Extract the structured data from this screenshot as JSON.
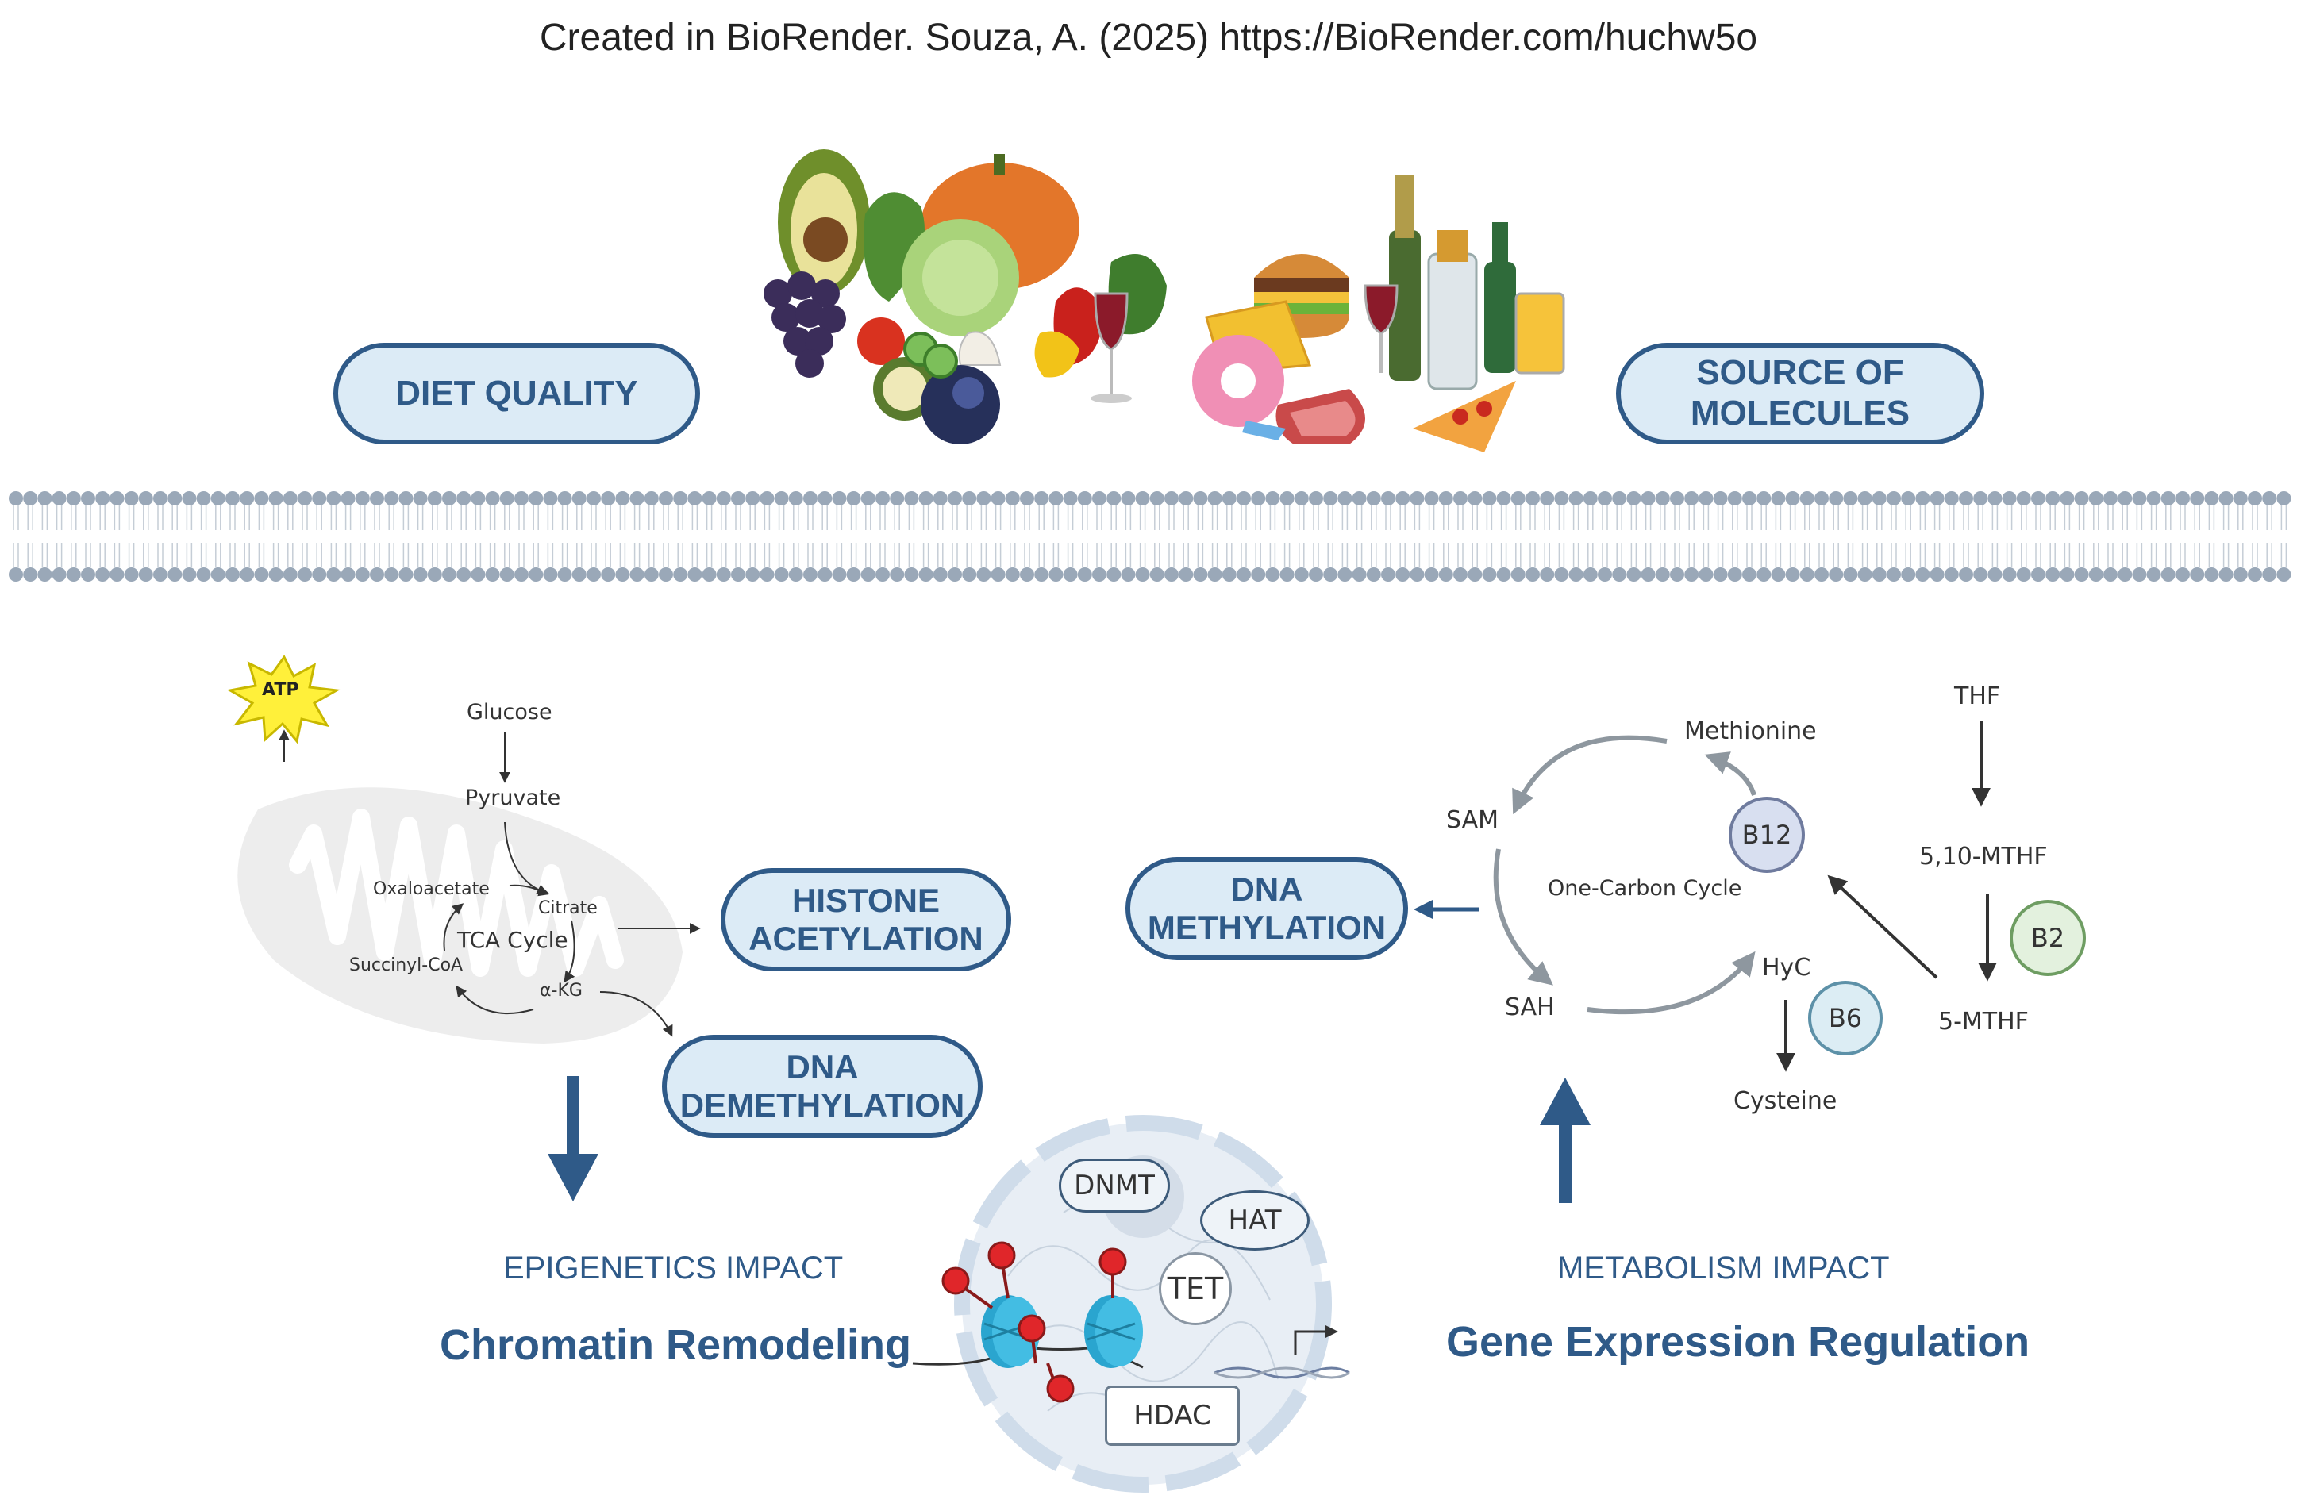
{
  "credit": "Created in BioRender. Souza, A. (2025) https://BioRender.com/huchw5o",
  "pills": {
    "diet_quality": "DIET QUALITY",
    "source_line1": "SOURCE OF",
    "source_line2": "MOLECULES",
    "histone_line1": "HISTONE",
    "histone_line2": "ACETYLATION",
    "dna_meth_line1": "DNA",
    "dna_meth_line2": "METHYLATION",
    "dna_demeth_line1": "DNA",
    "dna_demeth_line2": "DEMETHYLATION"
  },
  "tca": {
    "atp": "ATP",
    "glucose": "Glucose",
    "pyruvate": "Pyruvate",
    "oxaloacetate": "Oxaloacetate",
    "citrate": "Citrate",
    "tca_cycle": "TCA Cycle",
    "succinyl_coa": "Succinyl-CoA",
    "akg": "α-KG"
  },
  "one_carbon": {
    "methionine": "Methionine",
    "sam": "SAM",
    "sah": "SAH",
    "hyc": "HyC",
    "cycle_label": "One-Carbon Cycle",
    "cysteine": "Cysteine",
    "thf": "THF",
    "mthf_5_10": "5,10-MTHF",
    "mthf_5": "5-MTHF",
    "vitamins": {
      "b12": "B12",
      "b2": "B2",
      "b6": "B6"
    }
  },
  "nucleus": {
    "dnmt": "DNMT",
    "hat": "HAT",
    "tet": "TET",
    "hdac": "HDAC"
  },
  "impact": {
    "epigenetics": "EPIGENETICS IMPACT",
    "chromatin": "Chromatin Remodeling",
    "metabolism": "METABOLISM IMPACT",
    "gene_expression": "Gene Expression Regulation"
  },
  "colors": {
    "accent_blue": "#2f5a88",
    "pill_fill": "#dcebf6",
    "membrane_bead": "#9aa8b8",
    "red_mark": "#e0262a",
    "nucleosome": "#2aa5cf"
  }
}
